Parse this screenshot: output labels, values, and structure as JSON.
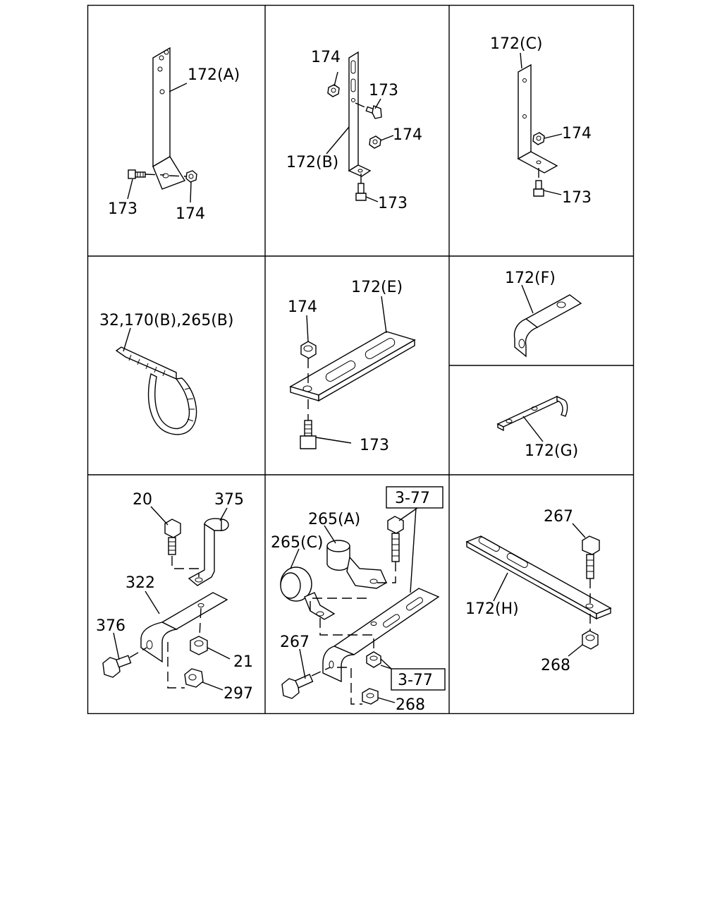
{
  "labels": {
    "p1_172A": "172(A)",
    "p1_173": "173",
    "p1_174": "174",
    "p2_174a": "174",
    "p2_173a": "173",
    "p2_174b": "174",
    "p2_172B": "172(B)",
    "p2_173b": "173",
    "p3_172C": "172(C)",
    "p3_174": "174",
    "p3_173": "173",
    "p4_strap": "32,170(B),265(B)",
    "p5_172E": "172(E)",
    "p5_174": "174",
    "p5_173": "173",
    "p6_172F": "172(F)",
    "p7_172G": "172(G)",
    "p8_20": "20",
    "p8_375": "375",
    "p8_322": "322",
    "p8_376": "376",
    "p8_21": "21",
    "p8_297": "297",
    "p9_ref1": "3-77",
    "p9_265A": "265(A)",
    "p9_265C": "265(C)",
    "p9_267": "267",
    "p9_ref2": "3-77",
    "p9_268": "268",
    "p10_267": "267",
    "p10_172H": "172(H)",
    "p10_268": "268"
  }
}
